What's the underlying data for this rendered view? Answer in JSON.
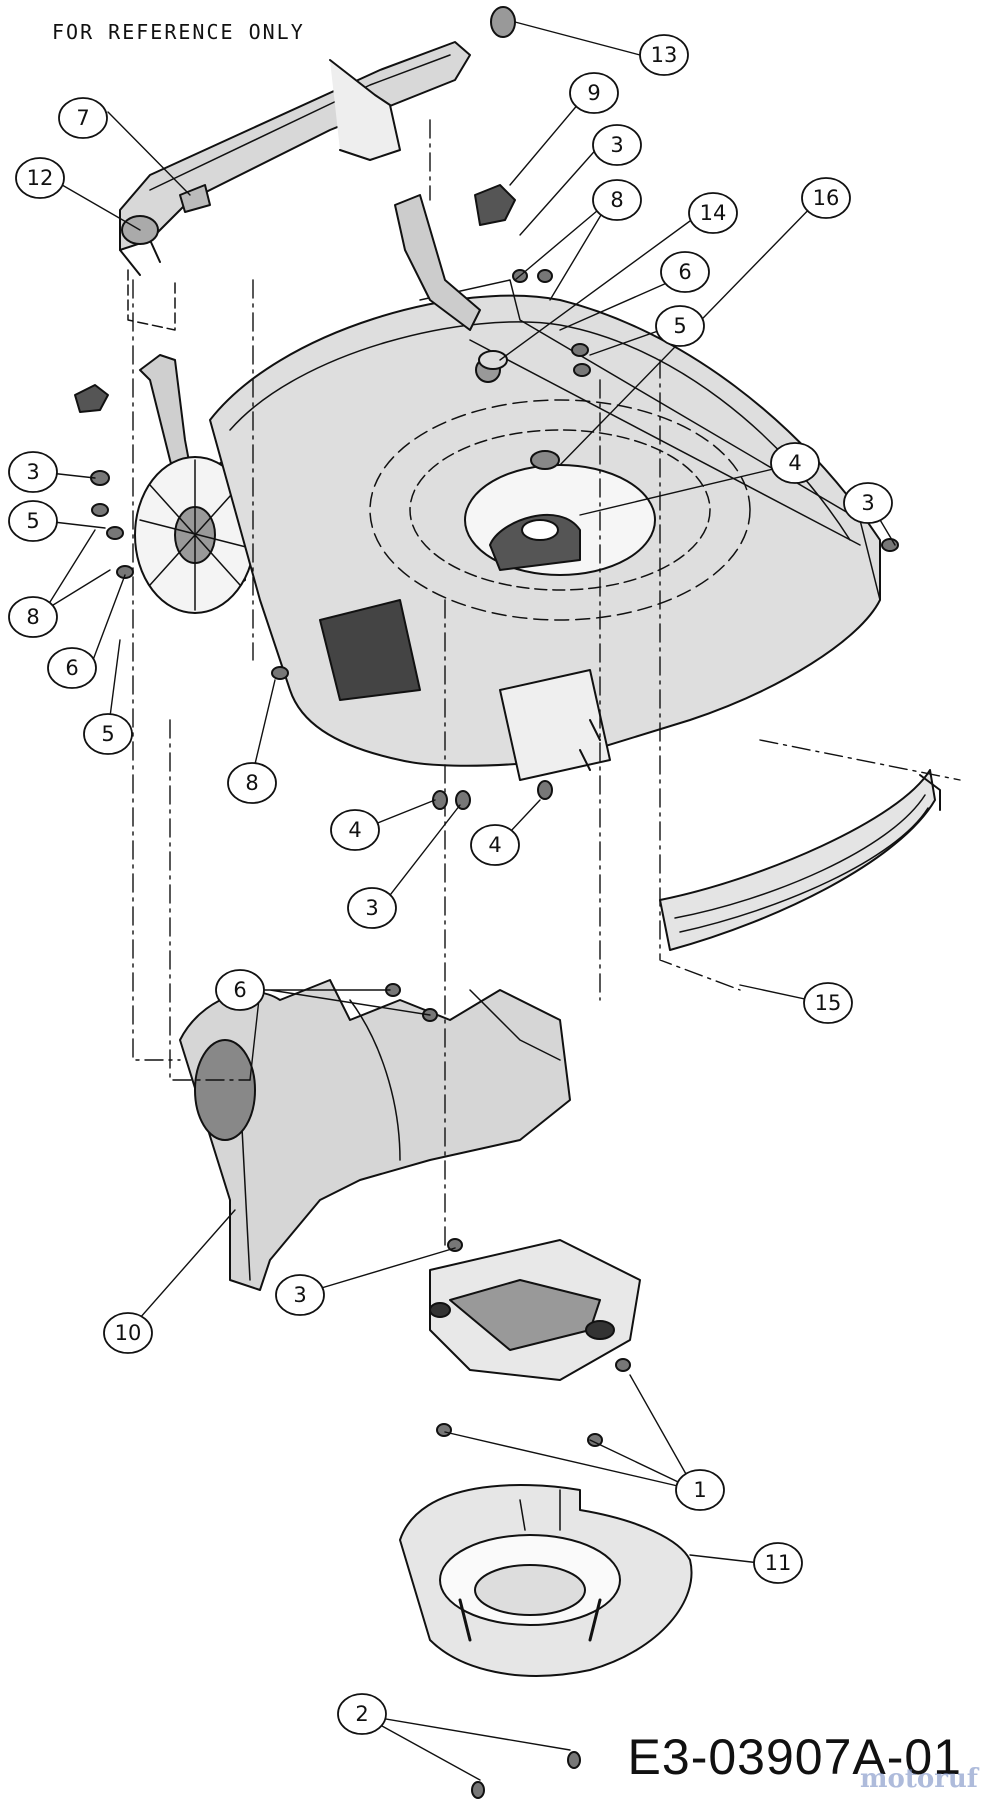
{
  "reference_note": "FOR REFERENCE ONLY",
  "drawing_number": "E3-03907A-01",
  "watermark": "motoruf",
  "callouts": [
    {
      "id": "c13a",
      "label": "13"
    },
    {
      "id": "c9",
      "label": "9"
    },
    {
      "id": "c7",
      "label": "7"
    },
    {
      "id": "c3a",
      "label": "3"
    },
    {
      "id": "c12",
      "label": "12"
    },
    {
      "id": "c8a",
      "label": "8"
    },
    {
      "id": "c16",
      "label": "16"
    },
    {
      "id": "c14",
      "label": "14"
    },
    {
      "id": "c6a",
      "label": "6"
    },
    {
      "id": "c5a",
      "label": "5"
    },
    {
      "id": "c4a",
      "label": "4"
    },
    {
      "id": "c3b",
      "label": "3"
    },
    {
      "id": "c3c",
      "label": "3"
    },
    {
      "id": "c5b",
      "label": "5"
    },
    {
      "id": "c8b",
      "label": "8"
    },
    {
      "id": "c6b",
      "label": "6"
    },
    {
      "id": "c5c",
      "label": "5"
    },
    {
      "id": "c8c",
      "label": "8"
    },
    {
      "id": "c4b",
      "label": "4"
    },
    {
      "id": "c4c",
      "label": "4"
    },
    {
      "id": "c3d",
      "label": "3"
    },
    {
      "id": "c15",
      "label": "15"
    },
    {
      "id": "c6c",
      "label": "6"
    },
    {
      "id": "c3e",
      "label": "3"
    },
    {
      "id": "c10",
      "label": "10"
    },
    {
      "id": "c1",
      "label": "1"
    },
    {
      "id": "c11",
      "label": "11"
    },
    {
      "id": "c2",
      "label": "2"
    }
  ]
}
